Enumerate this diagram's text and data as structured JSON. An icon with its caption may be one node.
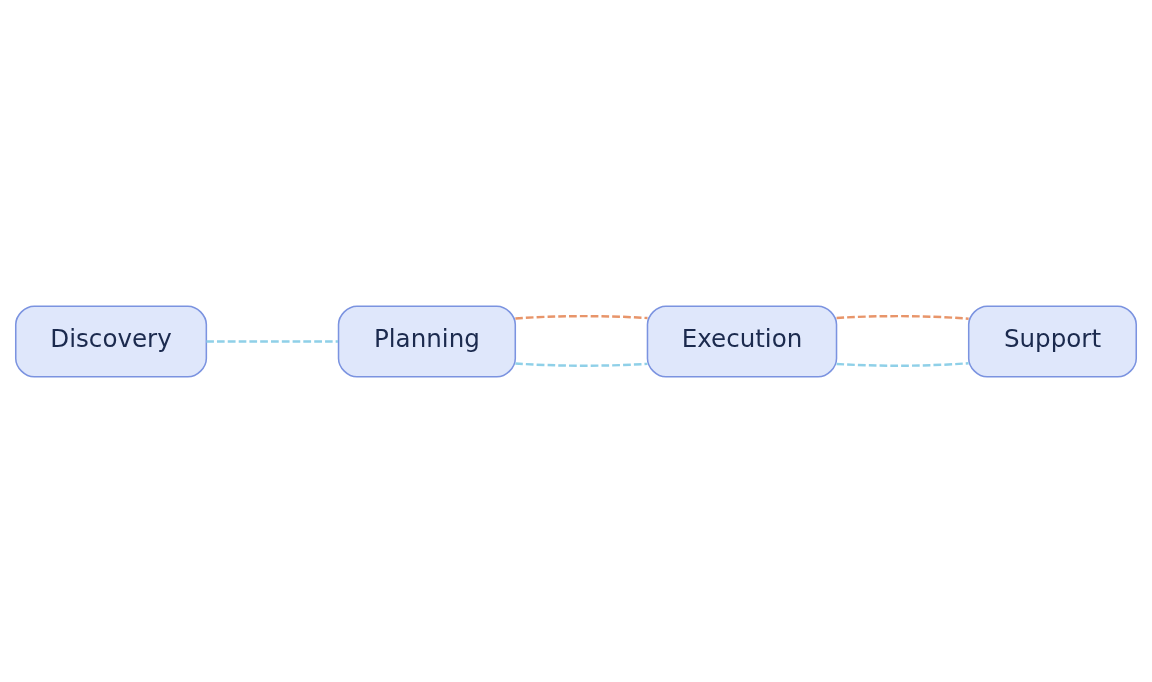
{
  "diagram": {
    "nodes": [
      {
        "text": [
          "Discovery"
        ]
      },
      {
        "text": [
          "Planning"
        ]
      },
      {
        "text": [
          "Execution"
        ]
      },
      {
        "text": [
          "Support"
        ]
      }
    ],
    "edges": [
      {
        "from": 0,
        "to": 1,
        "arrow": "none",
        "style": "dashed"
      },
      {
        "from": 1,
        "to": 2,
        "arrow": "none",
        "style": "dashed"
      },
      {
        "from": 2,
        "to": 3,
        "arrow": "none",
        "style": "dashed"
      },
      {
        "from": 1,
        "to": 2,
        "arrow": "none",
        "style": "dashed",
        "color": "#e8956a"
      },
      {
        "from": 2,
        "to": 3,
        "arrow": "none",
        "style": "dashed",
        "color": "#e8956a"
      }
    ]
  }
}
